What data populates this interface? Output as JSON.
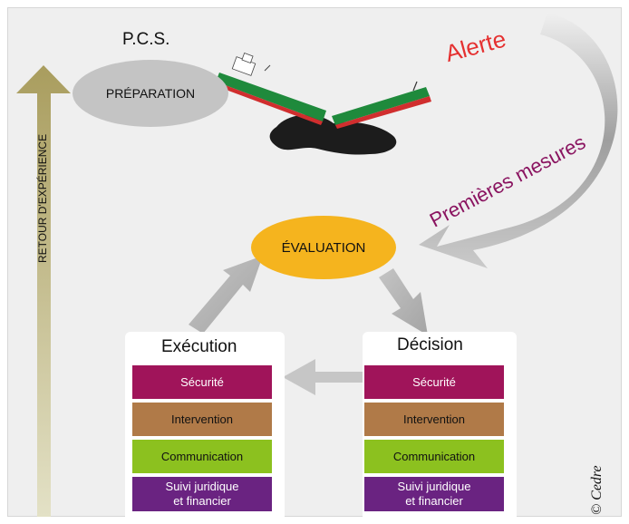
{
  "title": "P.C.S.",
  "preparation": "PRÉPARATION",
  "evaluation": "ÉVALUATION",
  "alerte": "Alerte",
  "premieres_mesures": "Premières mesures",
  "retour_experience": "RETOUR D'EXPÉRIENCE",
  "copyright": "© Cedre",
  "execution": {
    "title": "Exécution",
    "items": [
      "Sécurité",
      "Intervention",
      "Communication",
      "Suivi juridique\net financier"
    ]
  },
  "decision": {
    "title": "Décision",
    "items": [
      "Sécurité",
      "Intervention",
      "Communication",
      "Suivi juridique\net financier"
    ]
  },
  "colors": {
    "securite": "#a0145a",
    "intervention": "#b07a48",
    "communication": "#8cc11f",
    "suivi": "#6a2381",
    "evaluation": "#f5b41e",
    "preparation": "#c4c4c4",
    "alerte": "#e53030",
    "premieres": "#8a1460"
  }
}
